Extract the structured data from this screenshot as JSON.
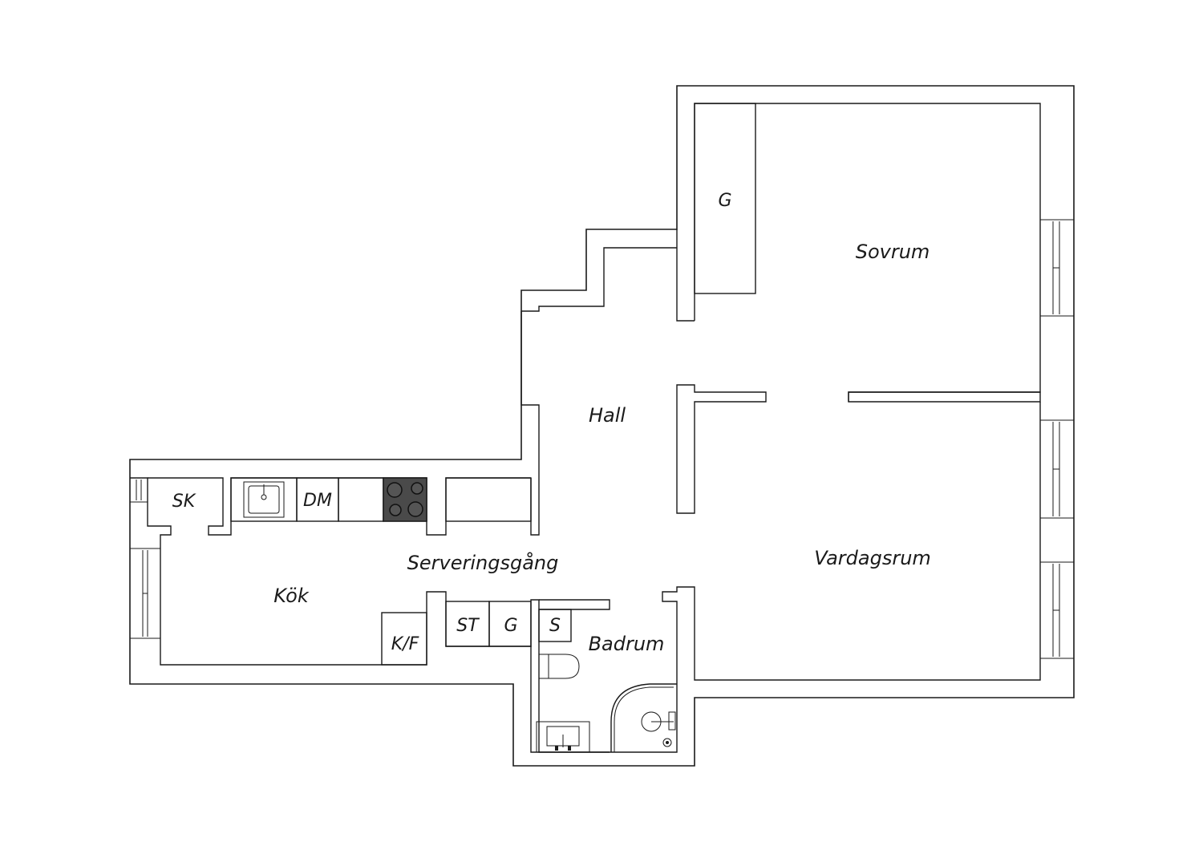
{
  "rooms": {
    "sovrum": "Sovrum",
    "hall": "Hall",
    "vardagsrum": "Vardagsrum",
    "kok": "Kök",
    "serveringsgang": "Serveringsgång",
    "badrum": "Badrum"
  },
  "fixtures": {
    "garderob_sovrum": "G",
    "garderob_gang": "G",
    "stad": "ST",
    "sk": "SK",
    "dm": "DM",
    "kf": "K/F",
    "s": "S"
  },
  "colors": {
    "line": "#1a1a1a",
    "background": "#ffffff",
    "stove": "#4a4a4a"
  }
}
